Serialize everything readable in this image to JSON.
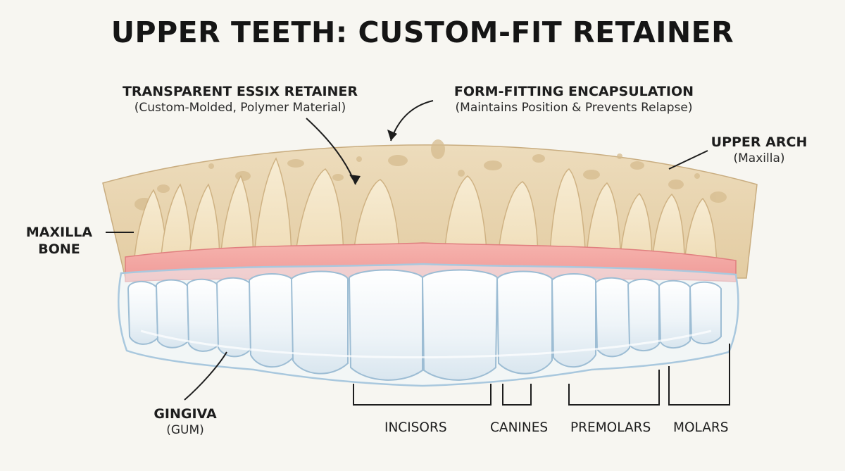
{
  "title": "UPPER TEETH: CUSTOM-FIT RETAINER",
  "callouts": {
    "retainer": {
      "heading": "TRANSPARENT ESSIX RETAINER",
      "sub": "(Custom-Molded, Polymer Material)"
    },
    "encapsulation": {
      "heading": "FORM-FITTING ENCAPSULATION",
      "sub": "(Maintains Position & Prevents Relapse)"
    },
    "upper_arch": {
      "heading": "UPPER ARCH",
      "sub": "(Maxilla)"
    },
    "maxilla_bone": {
      "line1": "MAXILLA",
      "line2": "BONE"
    },
    "gingiva": {
      "heading": "GINGIVA",
      "sub": "(GUM)"
    }
  },
  "tooth_groups": [
    "INCISORS",
    "CANINES",
    "PREMOLARS",
    "MOLARS"
  ],
  "colors": {
    "background": "#f7f6f1",
    "bone": "#e9d6b2",
    "bone_texture": "#d8be92",
    "root": "#f2e4c4",
    "gum": "#f0a0a0",
    "tooth": "#eef4f8",
    "retainer_edge": "#a9c8de",
    "ink": "#1d1d1d"
  }
}
